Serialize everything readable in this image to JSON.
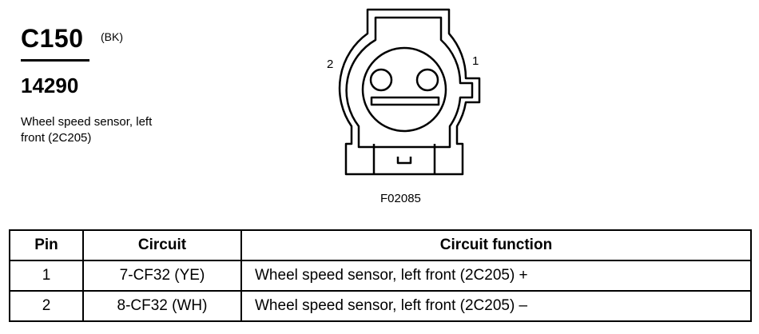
{
  "connector": {
    "id": "C150",
    "color_code": "(BK)",
    "part_number": "14290",
    "description": "Wheel speed sensor, left front (2C205)"
  },
  "diagram": {
    "pin_labels": [
      "2",
      "1"
    ],
    "figure_code": "F02085"
  },
  "table": {
    "headers": [
      "Pin",
      "Circuit",
      "Circuit function"
    ],
    "rows": [
      {
        "pin": "1",
        "circuit": "7-CF32 (YE)",
        "function": "Wheel speed sensor, left front (2C205) +"
      },
      {
        "pin": "2",
        "circuit": "8-CF32 (WH)",
        "function": "Wheel speed sensor, left front (2C205) –"
      }
    ]
  }
}
